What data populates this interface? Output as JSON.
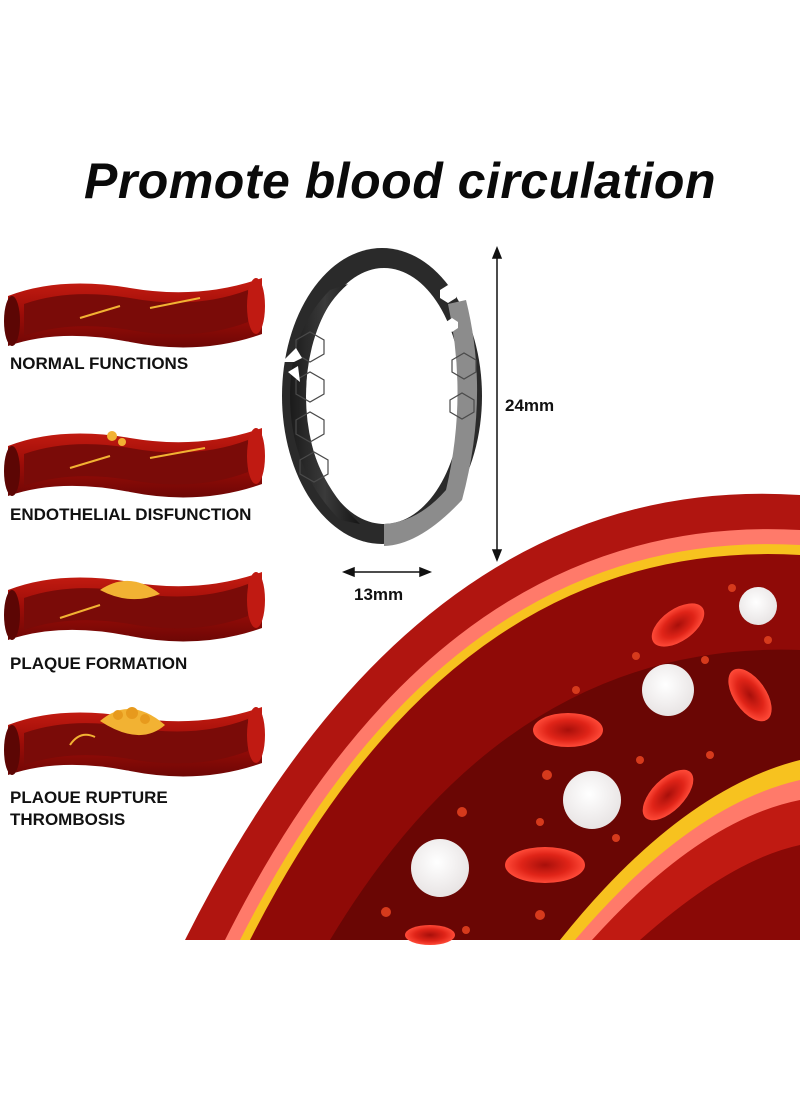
{
  "title": "Promote blood circulation",
  "stages": [
    {
      "label": "NORMAL FUNCTIONS"
    },
    {
      "label": "ENDOTHELIAL DISFUNCTION"
    },
    {
      "label": "PLAQUE FORMATION"
    },
    {
      "label": "PLAOUE RUPTURE",
      "label2": "THROMBOSIS"
    }
  ],
  "dimensions": {
    "height": "24mm",
    "width": "13mm"
  },
  "colors": {
    "vessel": "#b3140f",
    "vessel_dark": "#7a0b08",
    "plaque": "#f2b233",
    "band": "#2c2c2c",
    "band_light": "#8c8c8c"
  }
}
